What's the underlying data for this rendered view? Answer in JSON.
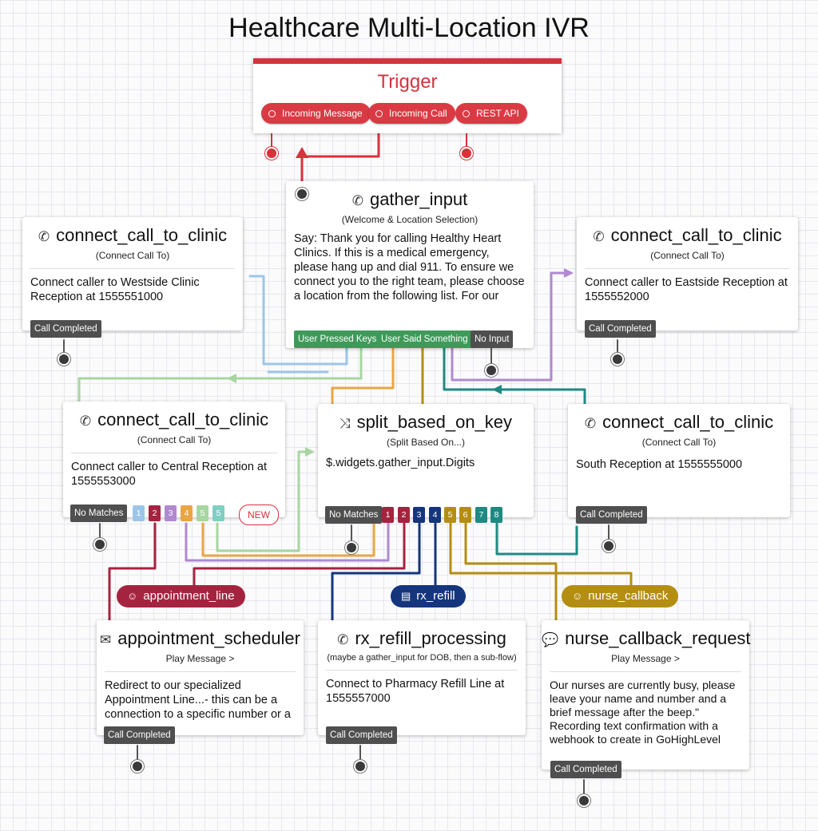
{
  "title": "Healthcare Multi-Location IVR",
  "trigger": {
    "title": "Trigger",
    "pills": [
      "Incoming Message",
      "Incoming Call",
      "REST API"
    ]
  },
  "gather": {
    "icon": "phone-icon",
    "name": "gather_input",
    "subtitle": "(Welcome & Location Selection)",
    "body": "Say: Thank you for calling Healthy Heart Clinics. If this is a medical emergency, please hang up and dial 911. To ensure we connect you to the right team, please choose a location from the following list. For our",
    "outputs": [
      "User Pressed Keys",
      "User Said Something",
      "No Input"
    ]
  },
  "westside": {
    "icon": "phone-call-icon",
    "name": "connect_call_to_clinic",
    "subtitle": "(Connect Call To)",
    "body": "Connect caller to Westside Clinic Reception at 1555551000",
    "output": "Call Completed"
  },
  "eastside": {
    "icon": "phone-call-icon",
    "name": "connect_call_to_clinic",
    "subtitle": "(Connect Call To)",
    "body": "Connect caller to Eastside Reception at 1555552000",
    "output": "Call Completed"
  },
  "central": {
    "icon": "phone-call-icon",
    "name": "connect_call_to_clinic",
    "subtitle": "(Connect Call To)",
    "body": "Connect caller to Central Reception at 1555553000",
    "no_matches": "No Matches",
    "keys": [
      "1",
      "2",
      "3",
      "4",
      "5",
      "5"
    ],
    "new_label": "NEW"
  },
  "split": {
    "icon": "shuffle-icon",
    "name": "split_based_on_key",
    "subtitle": "(Split Based On...)",
    "body": "$.widgets.gather_input.Digits",
    "no_matches": "No Matches",
    "keys": [
      "1",
      "2",
      "3",
      "4",
      "5",
      "6",
      "7",
      "8"
    ]
  },
  "south": {
    "icon": "phone-call-icon",
    "name": "connect_call_to_clinic",
    "subtitle": "(Connect Call To)",
    "body": "South Reception at 1555555000",
    "output": "Call Completed"
  },
  "badges": {
    "appointment": "appointment_line",
    "rx": "rx_refill",
    "nurse": "nurse_callback"
  },
  "appointment": {
    "icon": "envelope-icon",
    "name": "appointment_scheduler",
    "subtitle": "Play Message >",
    "body": "Redirect to our specialized Appointment Line...- this can be a connection to a specific number or a",
    "output": "Call Completed"
  },
  "rx": {
    "icon": "phone-icon",
    "name": "rx_refill_processing",
    "subtitle": "(maybe a gather_input for DOB, then a sub-flow)",
    "body": "Connect to Pharmacy Refill Line at 1555557000",
    "output": "Call Completed"
  },
  "nurse": {
    "icon": "chat-icon",
    "name": "nurse_callback_request",
    "subtitle": "Play Message >",
    "body": "Our nurses are currently busy, please leave your name and number and a brief message after the beep.\" Recording text confirmation with a webhook to create in GoHighLevel",
    "output": "Call Completed"
  },
  "colors": {
    "trigger": "#d7323d",
    "key1": "#9cc6e8",
    "key2": "#a4243f",
    "key3": "#15357d",
    "key4": "#e9a545",
    "key5": "#a7d6a0",
    "key6": "#b48e12",
    "key7": "#1e8a82",
    "key8": "#b089cf",
    "tag_dark": "#4f4f4f",
    "tag_green": "#3f9a5a"
  }
}
